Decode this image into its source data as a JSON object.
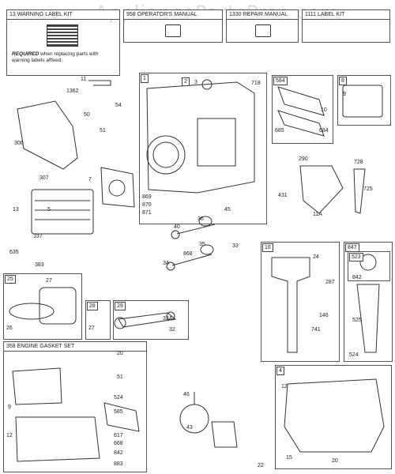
{
  "watermark": "AppliancePartsPros.com",
  "kits": [
    {
      "id": "warning",
      "title": "13 WARNING LABEL KIT"
    },
    {
      "id": "operators",
      "title": "958 OPERATOR'S MANUAL"
    },
    {
      "id": "repair",
      "title": "1330 REPAIR MANUAL"
    },
    {
      "id": "label",
      "title": "1111 LABEL KIT"
    }
  ],
  "required_note": {
    "strong": "REQUIRED",
    "rest": " when replacing parts with warning labels affixed."
  },
  "gasket_set_title": "358 ENGINE GASKET SET",
  "group_tags": [
    "1",
    "2",
    "584",
    "8",
    "25",
    "28",
    "29",
    "16",
    "847",
    "523",
    "4"
  ],
  "labels": [
    "1362",
    "11",
    "54",
    "50",
    "51",
    "306",
    "307",
    "13",
    "5",
    "7",
    "337",
    "635",
    "383",
    "718",
    "3",
    "10",
    "9",
    "685",
    "684",
    "290",
    "728",
    "725",
    "431",
    "11A",
    "869",
    "870",
    "871",
    "36",
    "45",
    "40",
    "35",
    "868",
    "33",
    "34",
    "27",
    "26",
    "27",
    "32A",
    "32",
    "24",
    "146",
    "741",
    "287",
    "842",
    "525",
    "524",
    "20",
    "51",
    "524",
    "585",
    "617",
    "668",
    "842",
    "883",
    "9",
    "12",
    "46",
    "43",
    "12",
    "22",
    "15",
    "20"
  ]
}
